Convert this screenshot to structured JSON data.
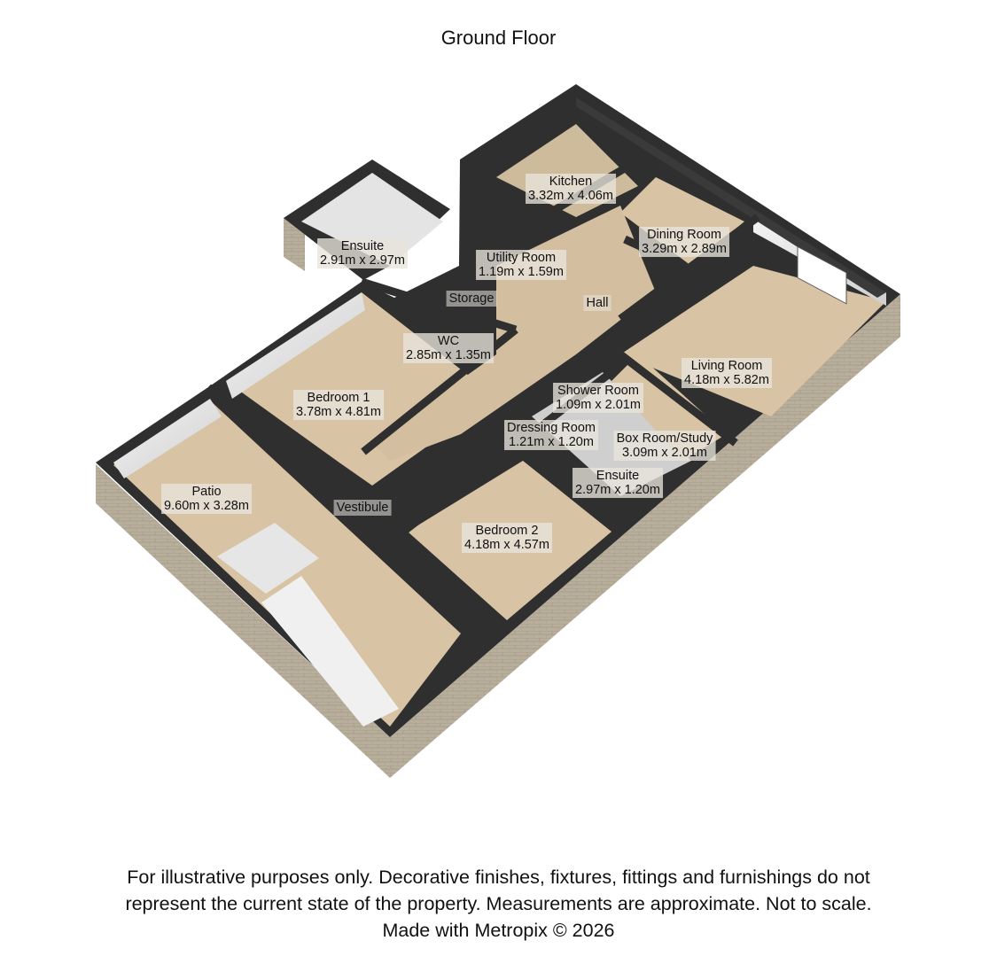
{
  "title": "Ground Floor",
  "rooms": [
    {
      "id": "kitchen",
      "name": "Kitchen",
      "dims": "3.32m x 4.06m"
    },
    {
      "id": "ensuite1",
      "name": "Ensuite",
      "dims": "2.91m x 2.97m"
    },
    {
      "id": "utility",
      "name": "Utility Room",
      "dims": "1.19m x 1.59m"
    },
    {
      "id": "dining",
      "name": "Dining Room",
      "dims": "3.29m x 2.89m"
    },
    {
      "id": "storage",
      "name": "Storage",
      "dims": ""
    },
    {
      "id": "hall",
      "name": "Hall",
      "dims": ""
    },
    {
      "id": "wc",
      "name": "WC",
      "dims": "2.85m x 1.35m"
    },
    {
      "id": "living",
      "name": "Living Room",
      "dims": "4.18m x 5.82m"
    },
    {
      "id": "bedroom1",
      "name": "Bedroom 1",
      "dims": "3.78m x 4.81m"
    },
    {
      "id": "shower",
      "name": "Shower Room",
      "dims": "1.09m x 2.01m"
    },
    {
      "id": "dressing",
      "name": "Dressing Room",
      "dims": "1.21m x 1.20m"
    },
    {
      "id": "boxroom",
      "name": "Box Room/Study",
      "dims": "3.09m x 2.01m"
    },
    {
      "id": "ensuite2",
      "name": "Ensuite",
      "dims": "2.97m x 1.20m"
    },
    {
      "id": "patio",
      "name": "Patio",
      "dims": "9.60m x 3.28m"
    },
    {
      "id": "vestibule",
      "name": "Vestibule",
      "dims": ""
    },
    {
      "id": "bedroom2",
      "name": "Bedroom 2",
      "dims": "4.18m x 4.57m"
    }
  ],
  "disclaimer": {
    "line1": "For illustrative purposes only. Decorative finishes, fixtures, fittings and furnishings do not",
    "line2": "represent the current state of the property. Measurements are approximate. Not to scale.",
    "line3": "Made with Metropix © 2026"
  },
  "colors": {
    "floor": "#d7c3a3",
    "wall": "#2f2f2f",
    "wallInner": "#ededed",
    "brick": "#b5ab9a",
    "label_bg": "#e8e4dc"
  }
}
